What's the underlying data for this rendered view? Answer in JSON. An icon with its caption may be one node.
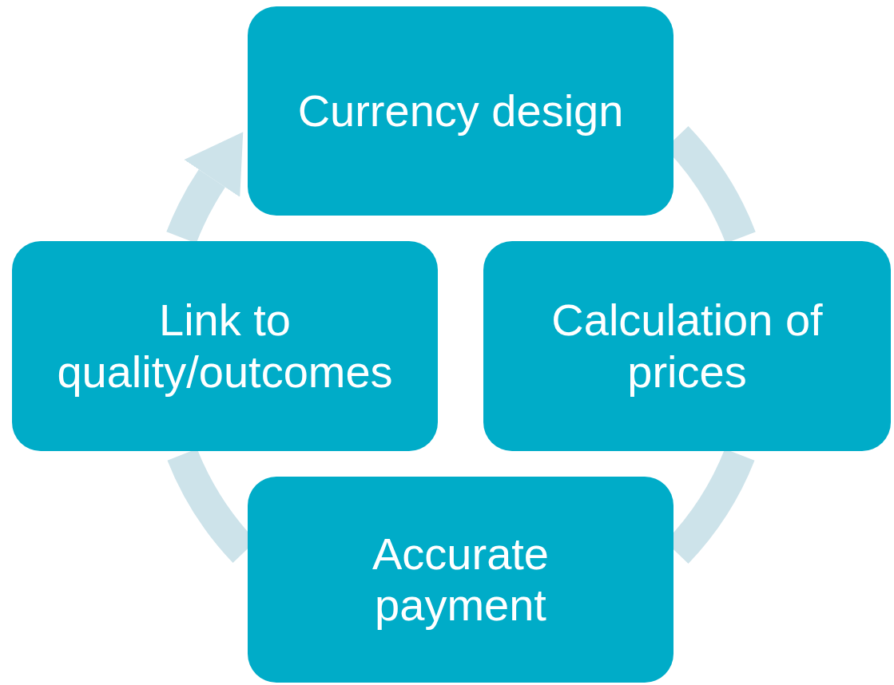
{
  "diagram": {
    "nodes": [
      {
        "text": [
          "Currency design"
        ]
      },
      {
        "text": [
          "Link to quality/outcomes"
        ]
      },
      {
        "text": [
          "Calculation of prices"
        ]
      },
      {
        "text": [
          "Accurate payment"
        ]
      }
    ],
    "edges": [
      {
        "from": 0,
        "to": 2,
        "arrow": "none"
      },
      {
        "from": 2,
        "to": 3,
        "arrow": "none"
      },
      {
        "from": 3,
        "to": 1,
        "arrow": "none"
      },
      {
        "from": 1,
        "to": 0,
        "arrow": "to"
      }
    ]
  }
}
